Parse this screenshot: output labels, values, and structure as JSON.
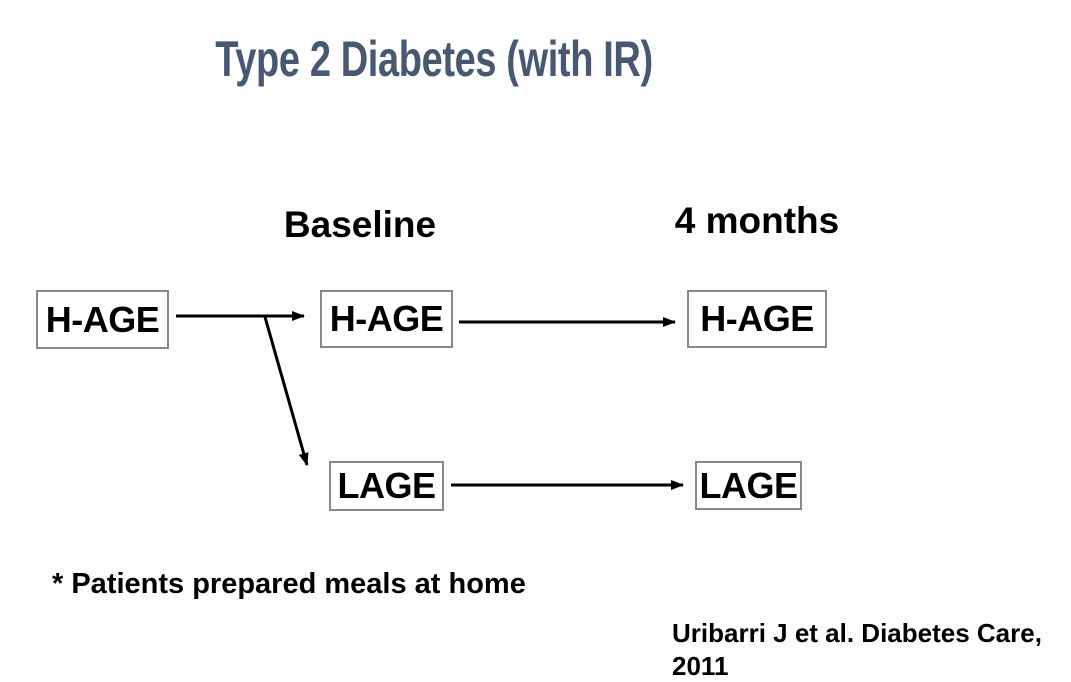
{
  "slide": {
    "title": "Type 2 Diabetes (with IR)",
    "columns": {
      "baseline": "Baseline",
      "four_months": "4 months"
    },
    "nodes": {
      "entry_hage": "H-AGE",
      "baseline_hage": "H-AGE",
      "four_months_hage": "H-AGE",
      "baseline_lage": "LAGE",
      "four_months_lage": "LAGE"
    },
    "footnote": "* Patients prepared meals at home",
    "citation": {
      "line1": "Uribarri J et al. Diabetes Care,",
      "line2": "2011"
    },
    "colors": {
      "title": "#485870",
      "text": "#000000",
      "box_border": "#888888",
      "arrow": "#000000",
      "background": "#fdfdfd"
    }
  }
}
